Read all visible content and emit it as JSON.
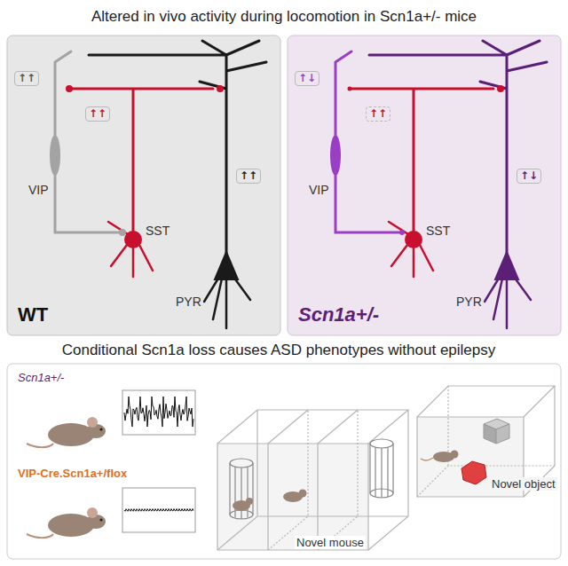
{
  "diagram": {
    "title": "Altered in vivo activity during locomotion in Scn1a+/- mice",
    "nodes": [
      {
        "text": [
          "WT"
        ]
      },
      {
        "text": [
          "Scn1a+/-"
        ]
      }
    ],
    "labels": [
      "↑↑",
      "VIP",
      "↑↑",
      "SST",
      "↑↑",
      "PYR",
      "↑↓",
      "VIP",
      "↑↑",
      "SST",
      "↑↓",
      "PYR",
      "Conditional Scn1a loss causes ASD phenotypes without epilepsy",
      "Scn1a+/-",
      "VIP-Cre.Scn1a+/flox",
      "Novel mouse",
      "Novel object"
    ]
  }
}
